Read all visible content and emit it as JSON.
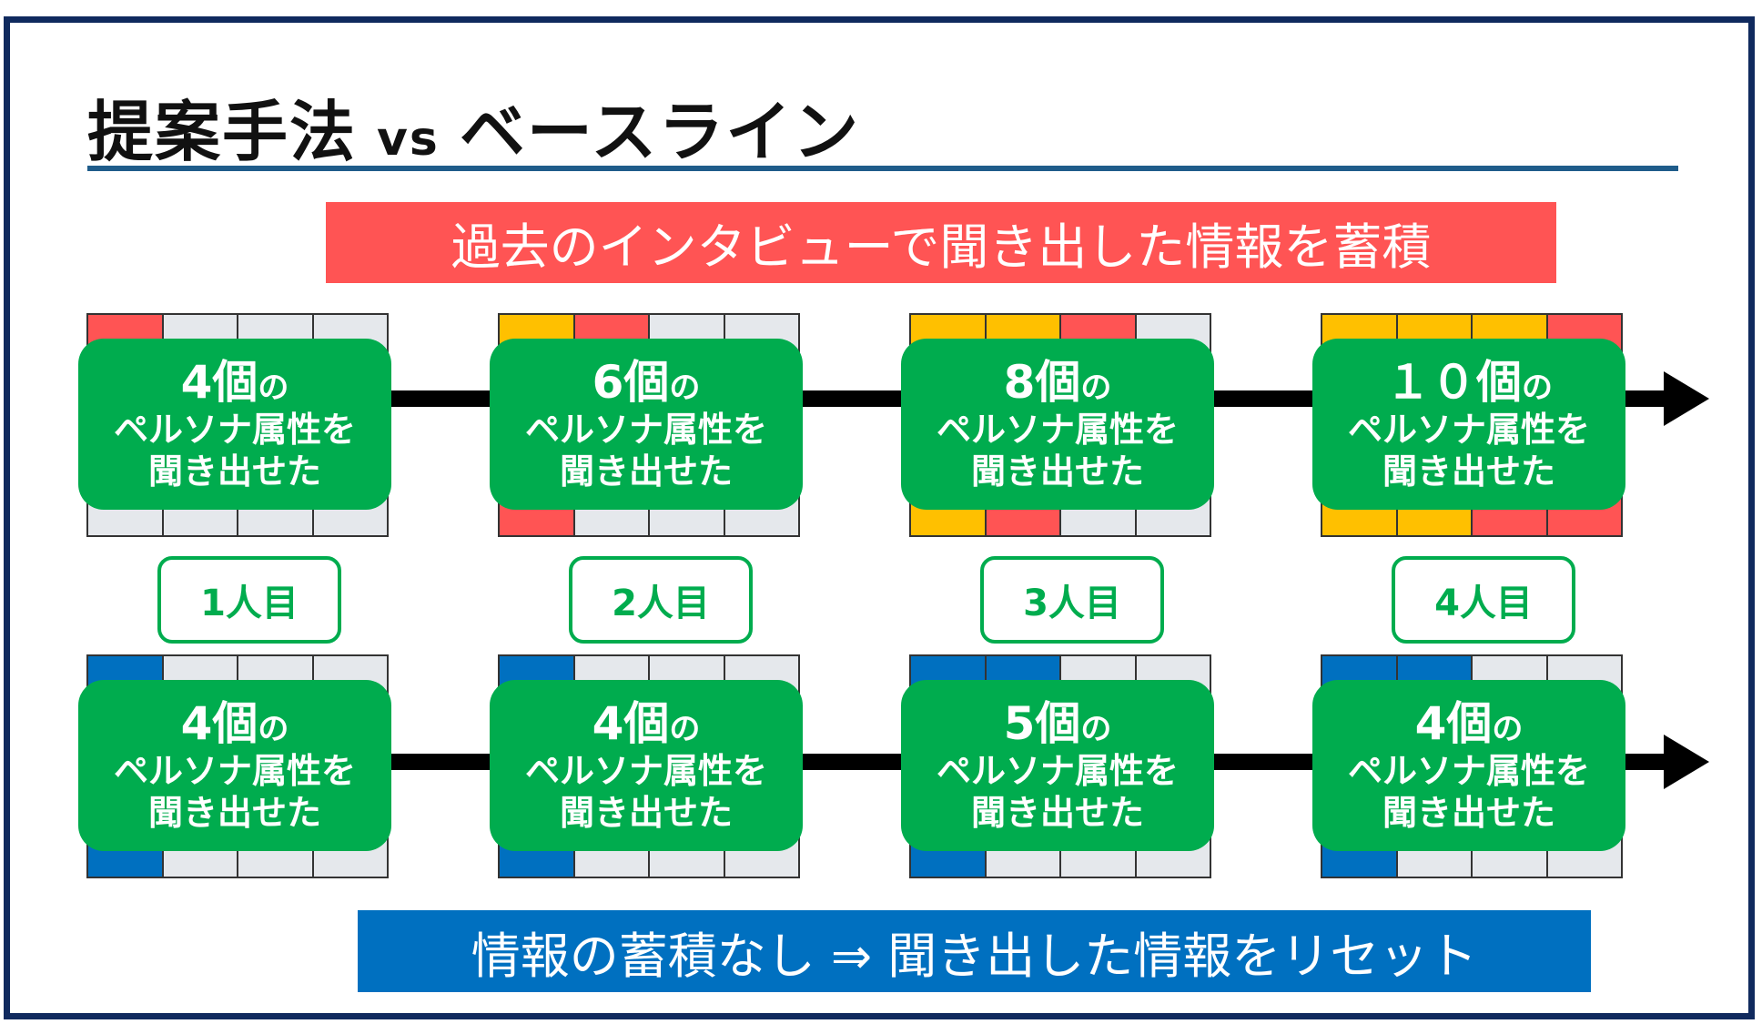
{
  "title": {
    "main": "提案手法",
    "vs": "vs",
    "baseline": "ベースライン"
  },
  "banner_top": "過去のインタビューで聞き出した情報を蓄積",
  "banner_bottom": "情報の蓄積なし ⇒ 聞き出した情報をリセット",
  "line1": "ペルソナ属性を",
  "line2": "聞き出せた",
  "unit": "個",
  "particle": "の",
  "colors": {
    "green": "#00ac4e",
    "red": "#ff5454",
    "yellow": "#ffc000",
    "blue": "#0070c0",
    "gray": "#e5e8ec"
  },
  "labels": [
    "1人目",
    "2人目",
    "3人目",
    "4人目"
  ],
  "proposed": [
    {
      "count": "4",
      "cells": [
        [
          "r",
          "g",
          "g",
          "g"
        ],
        [
          "g",
          "g",
          "g",
          "g"
        ]
      ]
    },
    {
      "count": "6",
      "cells": [
        [
          "y",
          "r",
          "g",
          "g"
        ],
        [
          "r",
          "g",
          "g",
          "g"
        ]
      ]
    },
    {
      "count": "8",
      "cells": [
        [
          "y",
          "y",
          "r",
          "g"
        ],
        [
          "y",
          "r",
          "g",
          "g"
        ]
      ]
    },
    {
      "count": "１０",
      "cells": [
        [
          "y",
          "y",
          "y",
          "r"
        ],
        [
          "y",
          "y",
          "r",
          "r"
        ]
      ]
    }
  ],
  "baseline": [
    {
      "count": "4",
      "cells": [
        [
          "b",
          "g",
          "g",
          "g"
        ],
        [
          "b",
          "g",
          "g",
          "g"
        ]
      ]
    },
    {
      "count": "4",
      "cells": [
        [
          "b",
          "g",
          "g",
          "g"
        ],
        [
          "b",
          "g",
          "g",
          "g"
        ]
      ]
    },
    {
      "count": "5",
      "cells": [
        [
          "b",
          "b",
          "g",
          "g"
        ],
        [
          "b",
          "g",
          "g",
          "g"
        ]
      ]
    },
    {
      "count": "4",
      "cells": [
        [
          "b",
          "b",
          "g",
          "g"
        ],
        [
          "b",
          "g",
          "g",
          "g"
        ]
      ]
    }
  ]
}
